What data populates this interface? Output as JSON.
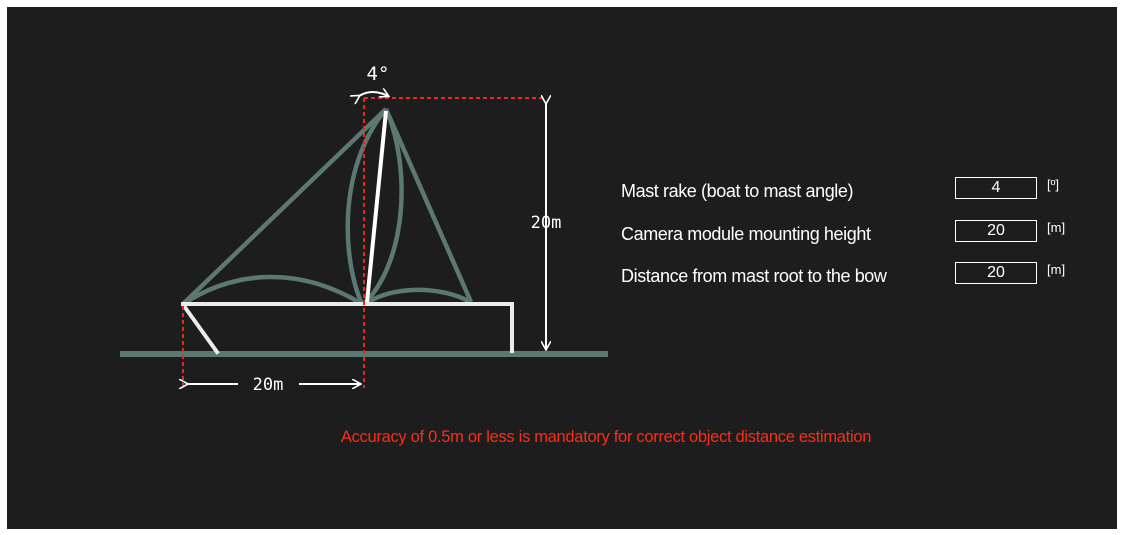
{
  "diagram": {
    "angle_label": "4°",
    "height_label": "20m",
    "distance_label": "20m",
    "colors": {
      "hull": "#ececec",
      "sail": "#5b7871",
      "guide": "#e8281e",
      "arrow": "#ffffff"
    }
  },
  "settings": {
    "mast_rake": {
      "label": "Mast rake (boat to mast angle)",
      "value": "4",
      "unit": "[º]"
    },
    "camera_height": {
      "label": "Camera module mounting height",
      "value": "20",
      "unit": "[m]"
    },
    "bow_distance": {
      "label": "Distance from mast root to the bow",
      "value": "20",
      "unit": "[m]"
    }
  },
  "warning": "Accuracy of 0.5m or less is mandatory for correct object distance estimation"
}
